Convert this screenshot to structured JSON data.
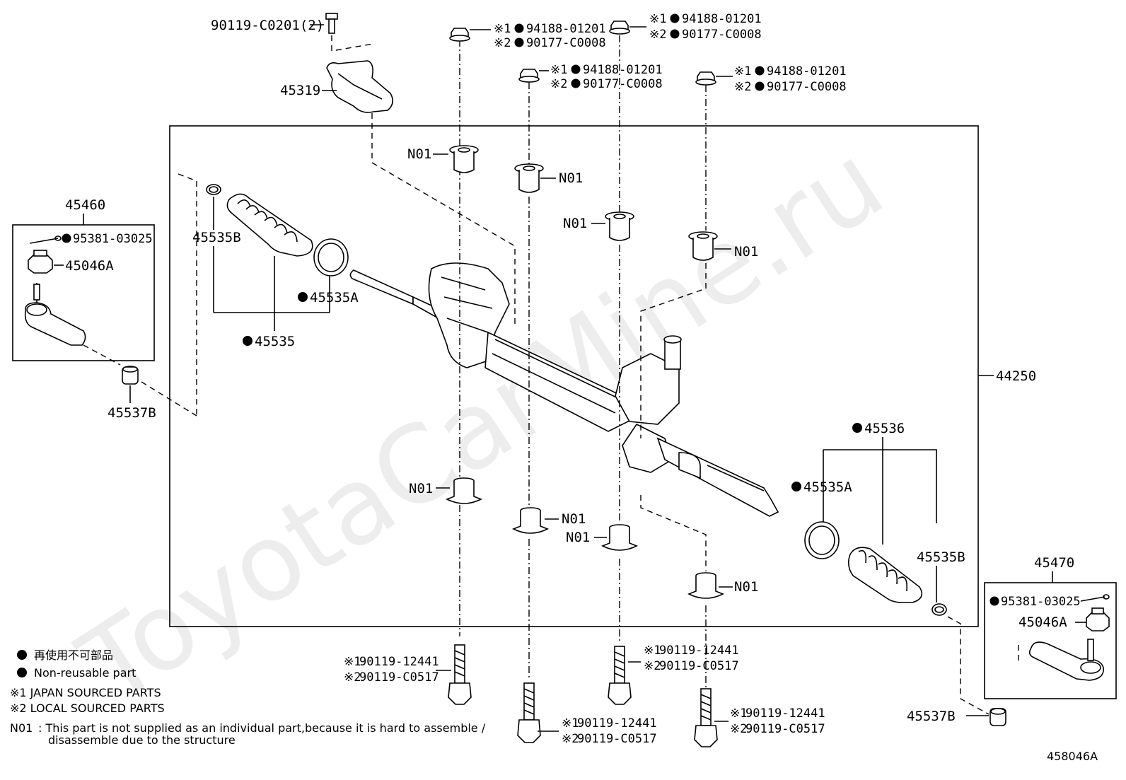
{
  "watermark": "ToyotaCarMine.ru",
  "main_assembly": "44250",
  "diagram_id": "458046A",
  "left_tie_rod": {
    "assembly": "45460",
    "cotter_pin": "95381-03025",
    "nut": "45046A",
    "bushing": "45537B"
  },
  "right_tie_rod": {
    "assembly": "45470",
    "cotter_pin": "95381-03025",
    "nut": "45046A",
    "bushing": "45537B"
  },
  "shield": {
    "part": "45319",
    "bolt": "90119-C0201(2)"
  },
  "boot_left": {
    "clamp_b": "45535B",
    "clamp_a": "45535A",
    "boot": "45535"
  },
  "boot_right": {
    "boot": "45536",
    "clamp_a": "45535A",
    "clamp_b": "45535B"
  },
  "n01": "N01",
  "nut_refs": {
    "jp_mark": "※1",
    "local_mark": "※2",
    "jp_part": "94188-01201",
    "local_part": "90177-C0008"
  },
  "bolt_refs": {
    "jp_mark": "※1",
    "local_mark": "※2",
    "jp_part": "90119-12441",
    "local_part": "90119-C0517"
  },
  "legend": {
    "jp_nonreusable": "再使用不可部品",
    "nonreusable": "Non-reusable part",
    "jp_sourced": "※1 JAPAN SOURCED PARTS",
    "local_sourced": "※2 LOCAL SOURCED PARTS",
    "n01_key": "N01",
    "n01_note_line1": ": This part is not supplied as an individual part,because it is hard to assemble /",
    "n01_note_line2": "disassemble due to the structure"
  }
}
